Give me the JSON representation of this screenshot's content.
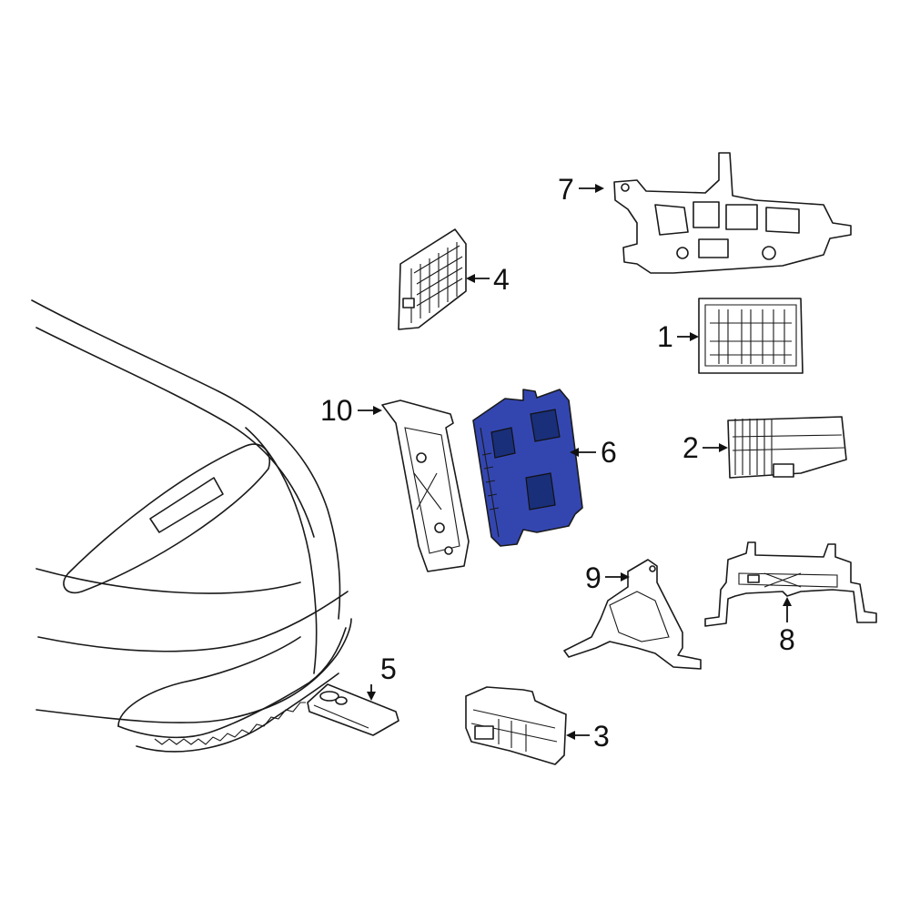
{
  "colors": {
    "line": "#1a1a1a",
    "highlight_fill": "#3346b0",
    "highlight_dark": "#1a2f7a",
    "background": "#ffffff"
  },
  "highlighted_part": "6",
  "callouts": [
    {
      "id": "c1",
      "label": "1"
    },
    {
      "id": "c2",
      "label": "2"
    },
    {
      "id": "c3",
      "label": "3"
    },
    {
      "id": "c4",
      "label": "4"
    },
    {
      "id": "c5",
      "label": "5"
    },
    {
      "id": "c6",
      "label": "6"
    },
    {
      "id": "c7",
      "label": "7"
    },
    {
      "id": "c8",
      "label": "8"
    },
    {
      "id": "c9",
      "label": "9"
    },
    {
      "id": "c10",
      "label": "10"
    }
  ]
}
